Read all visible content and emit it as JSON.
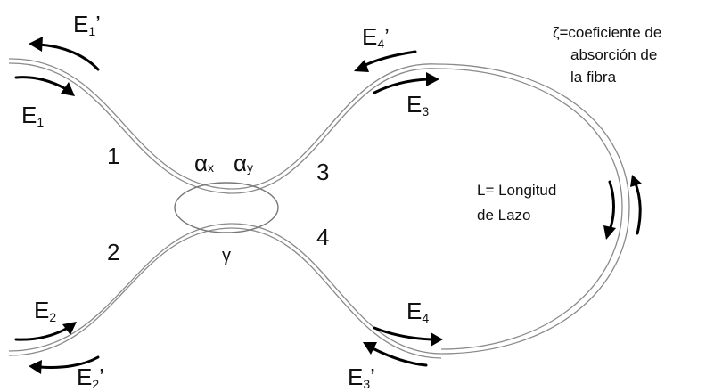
{
  "ports": {
    "p1": "1",
    "p2": "2",
    "p3": "3",
    "p4": "4"
  },
  "fields": {
    "e1_out_main": "E",
    "e1_out_sub": "1",
    "e1_out_prime": "’",
    "e1_in_main": "E",
    "e1_in_sub": "1",
    "e2_in_main": "E",
    "e2_in_sub": "2",
    "e2_out_main": "E",
    "e2_out_sub": "2",
    "e2_out_prime": "’",
    "e3_main": "E",
    "e3_sub": "3",
    "e4_back_main": "E",
    "e4_back_sub": "4",
    "e4_back_prime": "’",
    "e4_main": "E",
    "e4_sub": "4",
    "e3_back_main": "E",
    "e3_back_sub": "3",
    "e3_back_prime": "’"
  },
  "coupler": {
    "alpha_x_symbol": "α",
    "alpha_x_sub": "x",
    "alpha_y_symbol": "α",
    "alpha_y_sub": "y",
    "gamma": "γ"
  },
  "notes": {
    "zeta_line1": "ζ=coeficiente de",
    "zeta_line2": "absorción de",
    "zeta_line3": "la fibra",
    "loop_line1": "L= Longitud",
    "loop_line2": "de Lazo"
  },
  "colors": {
    "fiber": "#8a8a8a",
    "arrow": "#000000",
    "text": "#111111"
  }
}
